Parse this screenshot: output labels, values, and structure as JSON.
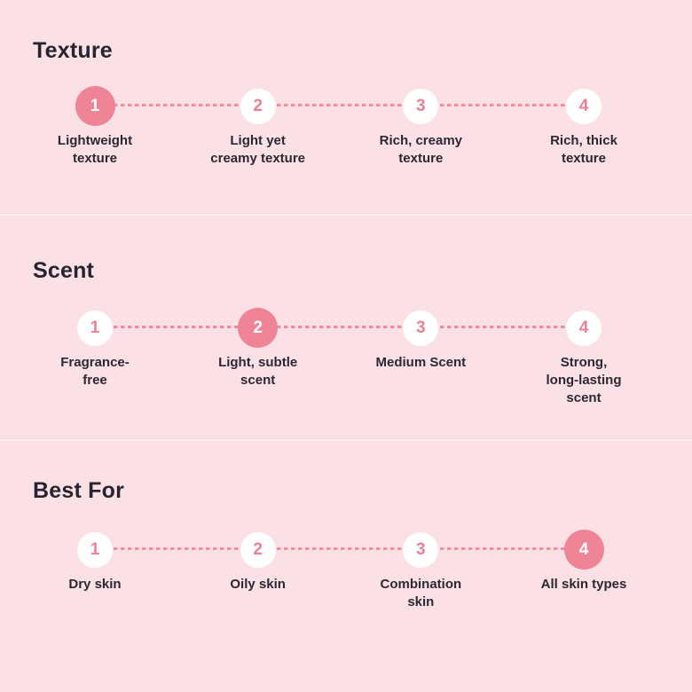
{
  "page": {
    "colors": {
      "bg": "#FBE1E6",
      "divider": "#FDF0F3",
      "divider-edge": "#F6D3DA",
      "accent": "#EE8496",
      "accent-num": "#ED8094",
      "dash": "#EF8D9E",
      "circle-bg": "#FFFFFF",
      "active-num": "#FFFFFF",
      "text": "#2B2833",
      "title": "#262430"
    }
  },
  "sections": [
    {
      "title": "Texture",
      "selected": 1,
      "scale_min": 1,
      "scale_max": 4,
      "items": [
        {
          "number": "1",
          "label": "Lightweight\ntexture"
        },
        {
          "number": "2",
          "label": "Light yet\ncreamy texture"
        },
        {
          "number": "3",
          "label": "Rich, creamy\ntexture"
        },
        {
          "number": "4",
          "label": "Rich, thick\ntexture"
        }
      ]
    },
    {
      "title": "Scent",
      "selected": 2,
      "scale_min": 1,
      "scale_max": 4,
      "items": [
        {
          "number": "1",
          "label": "Fragrance-\nfree"
        },
        {
          "number": "2",
          "label": "Light, subtle\nscent"
        },
        {
          "number": "3",
          "label": "Medium Scent"
        },
        {
          "number": "4",
          "label": "Strong,\nlong-lasting\nscent"
        }
      ]
    },
    {
      "title": "Best For",
      "selected": 4,
      "scale_min": 1,
      "scale_max": 4,
      "items": [
        {
          "number": "1",
          "label": "Dry skin"
        },
        {
          "number": "2",
          "label": "Oily skin"
        },
        {
          "number": "3",
          "label": "Combination\nskin"
        },
        {
          "number": "4",
          "label": "All skin types"
        }
      ]
    }
  ]
}
